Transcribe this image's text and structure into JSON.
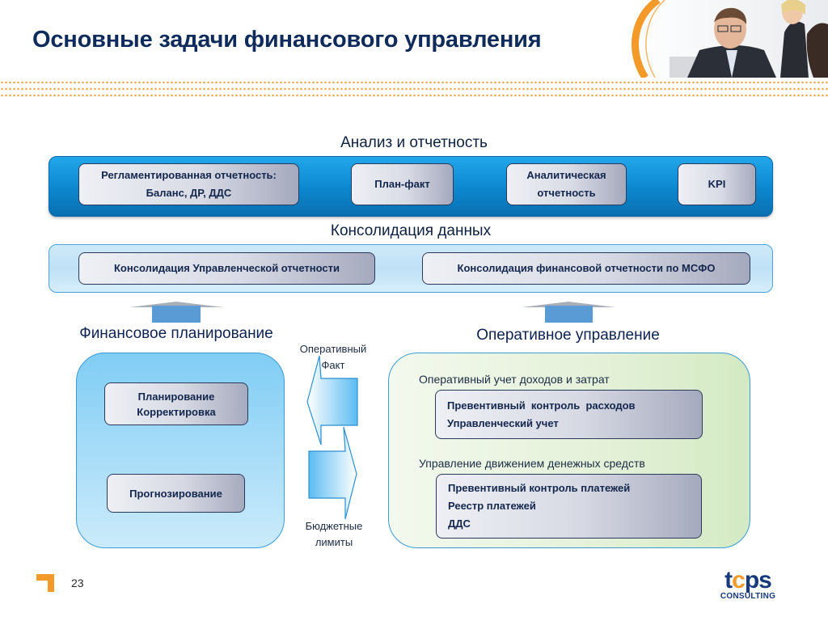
{
  "slide": {
    "title": "Основные задачи финансового управления",
    "page_number": "23"
  },
  "analysis": {
    "label": "Анализ и отчетность",
    "items": [
      {
        "line1": "Регламентированная отчетность:",
        "line2": "Баланс, ДР, ДДС"
      },
      {
        "line1": "План-факт",
        "line2": ""
      },
      {
        "line1": "Аналитическая",
        "line2": "отчетность"
      },
      {
        "line1": "KPI",
        "line2": ""
      }
    ]
  },
  "consolidation": {
    "label": "Консолидация данных",
    "items": [
      "Консолидация Управленческой отчетности",
      "Консолидация финансовой отчетности по МСФО"
    ]
  },
  "planning": {
    "label": "Финансовое планирование",
    "box_top": {
      "line1": "Планирование",
      "line2": "Корректировка"
    },
    "box_bottom": "Прогнозирование"
  },
  "exchange": {
    "top_label_line1": "Оперативный",
    "top_label_line2": "Факт",
    "bottom_label_line1": "Бюджетные",
    "bottom_label_line2": "лимиты"
  },
  "operations": {
    "label": "Оперативное управление",
    "group1": {
      "label": "Оперативный учет доходов и затрат",
      "lines": [
        "Превентивный  контроль  расходов",
        "Управленческий учет"
      ]
    },
    "group2": {
      "label": "Управление движением денежных средств",
      "lines": [
        "Превентивный контроль платежей",
        "Реестр платежей",
        "ДДС"
      ]
    }
  },
  "logo": {
    "word_part1": "t",
    "word_part2": "c",
    "word_part3": "ps",
    "subtitle": "CONSULTING"
  },
  "colors": {
    "title": "#0e2b5c",
    "accent_orange": "#f39a2a",
    "band_blue": "#0c87cf",
    "connector": "#0e2b5c"
  }
}
